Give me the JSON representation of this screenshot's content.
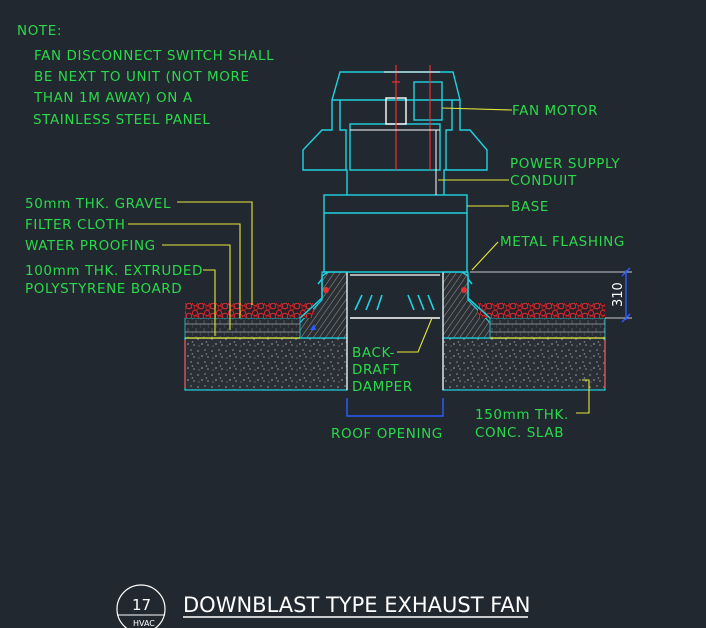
{
  "note": {
    "heading": "NOTE:",
    "lines": [
      "FAN DISCONNECT SWITCH SHALL",
      "BE NEXT TO UNIT (NOT MORE",
      "THAN 1M AWAY) ON A",
      "STAINLESS STEEL PANEL"
    ]
  },
  "labels": {
    "fan_motor": "FAN MOTOR",
    "power_supply_1": "POWER SUPPLY",
    "power_supply_2": "CONDUIT",
    "base": "BASE",
    "metal_flashing": "METAL FLASHING",
    "gravel": "50mm THK. GRAVEL",
    "filter_cloth": "FILTER CLOTH",
    "water_proofing": "WATER PROOFING",
    "polystyrene_1": "100mm THK. EXTRUDED",
    "polystyrene_2": "POLYSTYRENE BOARD",
    "damper_1": "BACK-",
    "damper_2": "DRAFT",
    "damper_3": "DAMPER",
    "roof_opening": "ROOF OPENING",
    "slab_1": "150mm THK.",
    "slab_2": "CONC. SLAB"
  },
  "dimension": "310",
  "title": {
    "detail_number": "17",
    "detail_ref": "HVAC",
    "text": "DOWNBLAST TYPE EXHAUST FAN"
  },
  "colors": {
    "background": "#212830",
    "text": "#2bd94a",
    "outline": "#1fd3e0",
    "leader": "#e8e83a",
    "slab": "#c84a4a",
    "gravel": "#c8232b",
    "dimension": "#2e5cff"
  }
}
